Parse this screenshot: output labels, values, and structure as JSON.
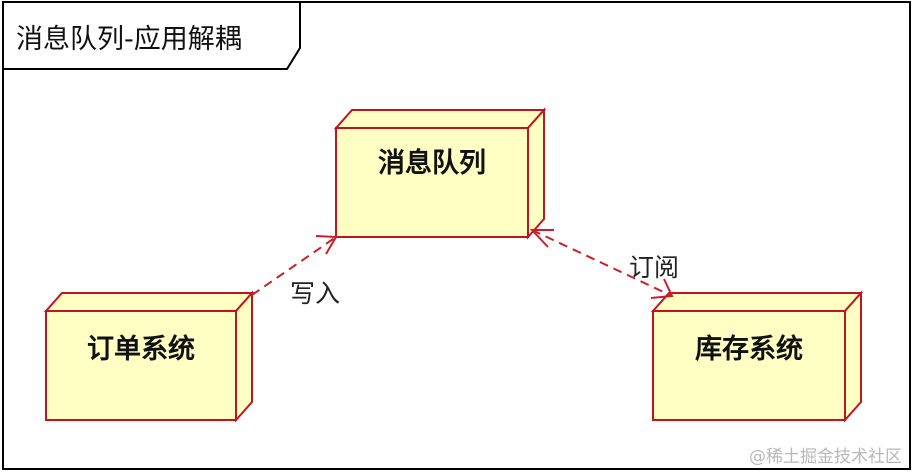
{
  "diagram": {
    "frame_title": "消息队列-应用解耦",
    "nodes": {
      "queue": {
        "label": "消息队列"
      },
      "order": {
        "label": "订单系统"
      },
      "stock": {
        "label": "库存系统"
      }
    },
    "edges": {
      "write": {
        "label": "写入"
      },
      "subscribe": {
        "label": "订阅"
      }
    }
  },
  "watermark": "@稀土掘金技术社区",
  "colors": {
    "node_fill": "#ffffc4",
    "node_stroke": "#c0141e",
    "edge_stroke": "#c8202a",
    "frame_stroke": "#000000"
  }
}
